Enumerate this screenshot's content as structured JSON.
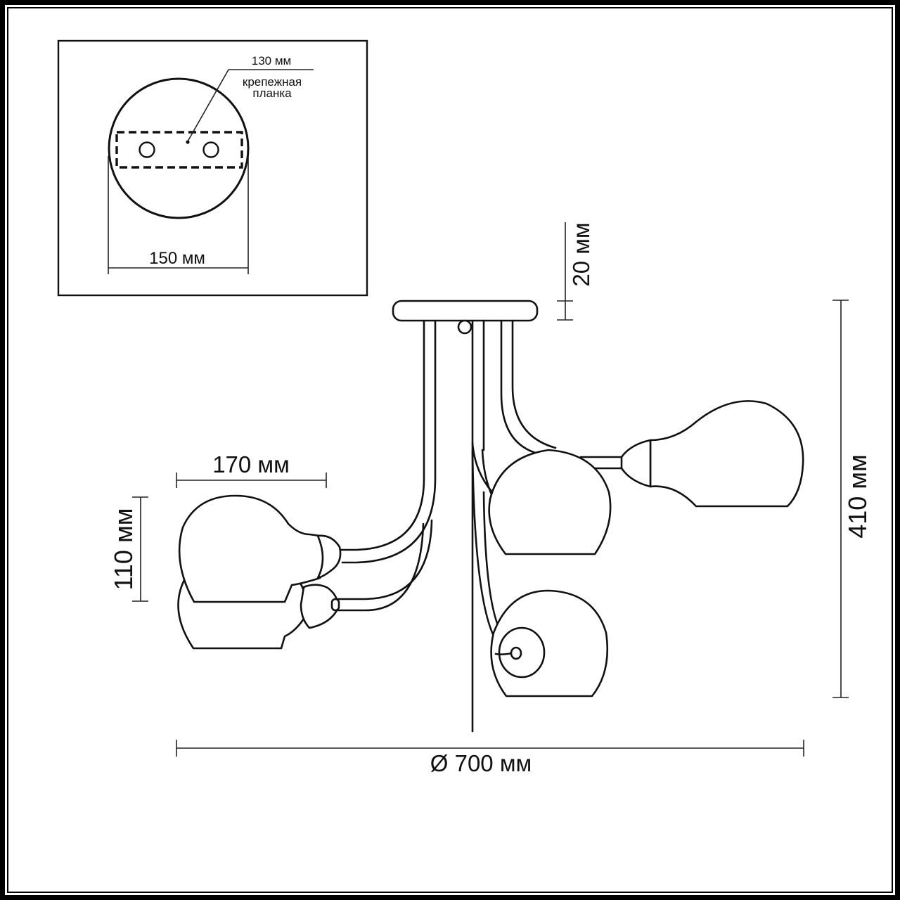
{
  "drawing": {
    "type": "technical dimension drawing",
    "subject": "ceiling chandelier with 5 glass shades"
  },
  "inset": {
    "title": "mounting plate detail",
    "bracket_length_label": "130 мм",
    "bracket_note_line1": "крепежная",
    "bracket_note_line2": "планка",
    "canopy_diameter_label": "150 мм"
  },
  "dimensions": {
    "canopy_height": "20 мм",
    "shade_width": "170 мм",
    "shade_height": "110 мм",
    "total_height": "410 мм",
    "total_diameter": "Ø 700 мм"
  },
  "colors": {
    "line": "#111111",
    "background": "#ffffff",
    "frame": "#000000"
  }
}
